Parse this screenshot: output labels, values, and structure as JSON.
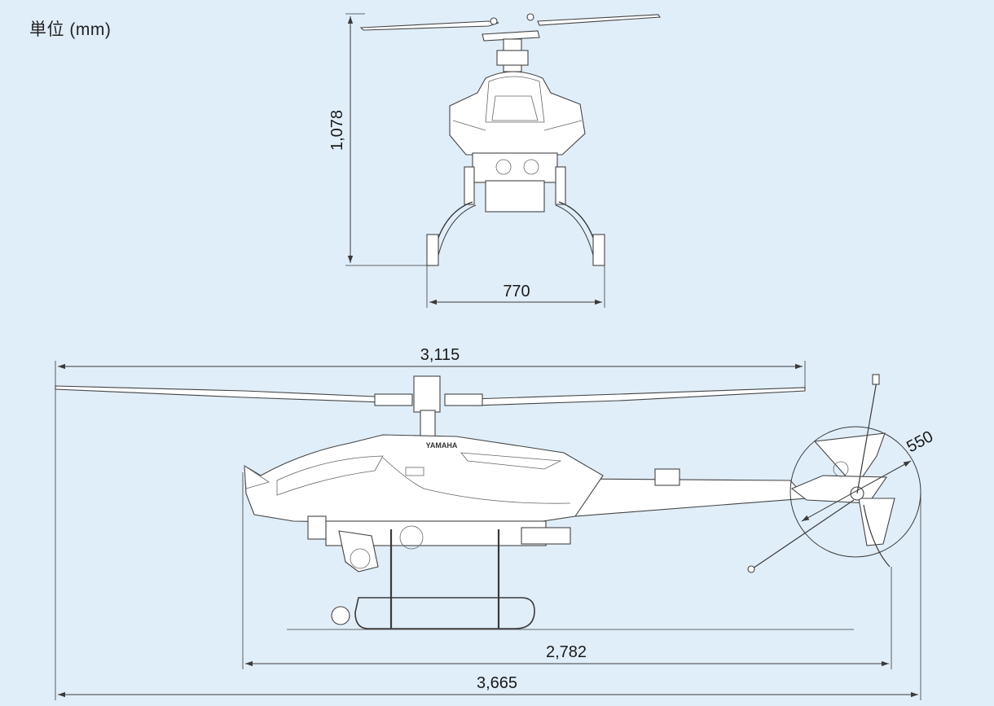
{
  "unit_label": "単位 (mm)",
  "colors": {
    "background": "#e0eef9",
    "line": "#3a3a3a",
    "body_fill": "#ffffff"
  },
  "front_view": {
    "height_label": "1,078",
    "width_label": "770"
  },
  "side_view": {
    "rotor_span_label": "3,115",
    "tail_rotor_label": "550",
    "fuselage_length_label": "2,782",
    "overall_length_label": "3,665",
    "brand_label": "YAMAHA"
  }
}
